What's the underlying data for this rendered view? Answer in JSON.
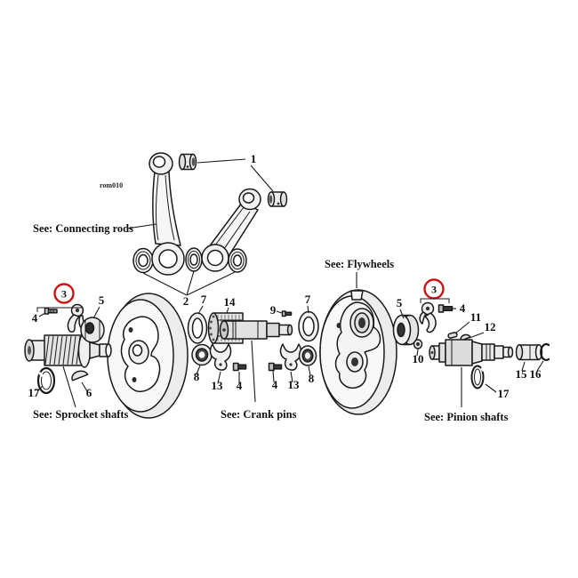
{
  "drawing_code": "rom010",
  "colors": {
    "line": "#1a1a1a",
    "highlight": "#cc1111",
    "background": "#ffffff"
  },
  "section_labels": {
    "connecting_rods": "See: Connecting rods",
    "flywheels": "See: Flywheels",
    "sprocket_shafts": "See: Sprocket shafts",
    "crank_pins": "See: Crank pins",
    "pinion_shafts": "See: Pinion shafts"
  },
  "callouts": [
    {
      "n": "1"
    },
    {
      "n": "2"
    },
    {
      "n": "4"
    },
    {
      "n": "5"
    },
    {
      "n": "6"
    },
    {
      "n": "17"
    },
    {
      "n": "7"
    },
    {
      "n": "14"
    },
    {
      "n": "9"
    },
    {
      "n": "8"
    },
    {
      "n": "13"
    },
    {
      "n": "4"
    },
    {
      "n": "4"
    },
    {
      "n": "13"
    },
    {
      "n": "8"
    },
    {
      "n": "7"
    },
    {
      "n": "5"
    },
    {
      "n": "10"
    },
    {
      "n": "11"
    },
    {
      "n": "12"
    },
    {
      "n": "4"
    },
    {
      "n": "15"
    },
    {
      "n": "16"
    },
    {
      "n": "17"
    }
  ],
  "highlighted_callouts": [
    {
      "n": "3"
    },
    {
      "n": "3"
    }
  ]
}
